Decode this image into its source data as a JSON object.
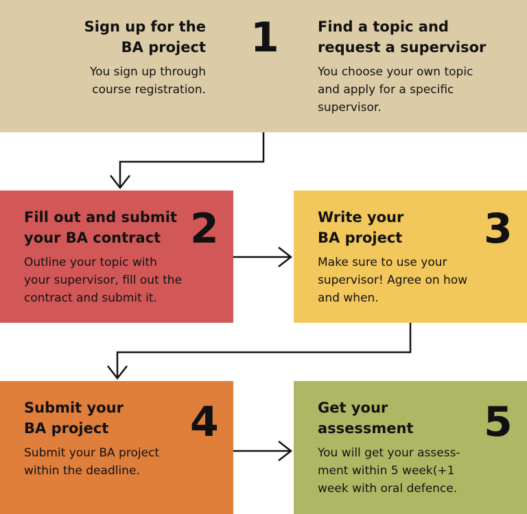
{
  "colors": {
    "beige": "#dccba7",
    "red": "#d25858",
    "yellow": "#f2c75c",
    "orange": "#e07e3c",
    "green": "#aeb864",
    "line": "#111111"
  },
  "steps": [
    {
      "number": "1",
      "left": {
        "title": "Sign up for the\nBA project",
        "text": "You sign up through\ncourse registration."
      },
      "right": {
        "title": "Find a topic and\nrequest a supervisor",
        "text": "You choose your own topic\nand apply for a specific\nsupervisor."
      }
    },
    {
      "number": "2",
      "title": "Fill out and submit\nyour BA contract",
      "text": "Outline your topic with\nyour supervisor, fill out the\ncontract and submit it."
    },
    {
      "number": "3",
      "title": "Write your\nBA project",
      "text": "Make sure to use your\nsupervisor! Agree on how\nand when."
    },
    {
      "number": "4",
      "title": "Submit your\nBA project",
      "text": "Submit your BA project\nwithin the deadline."
    },
    {
      "number": "5",
      "title": "Get your\nassessment",
      "text": "You will get your assess-\nment within 5 week(+1\nweek with oral defence."
    }
  ]
}
